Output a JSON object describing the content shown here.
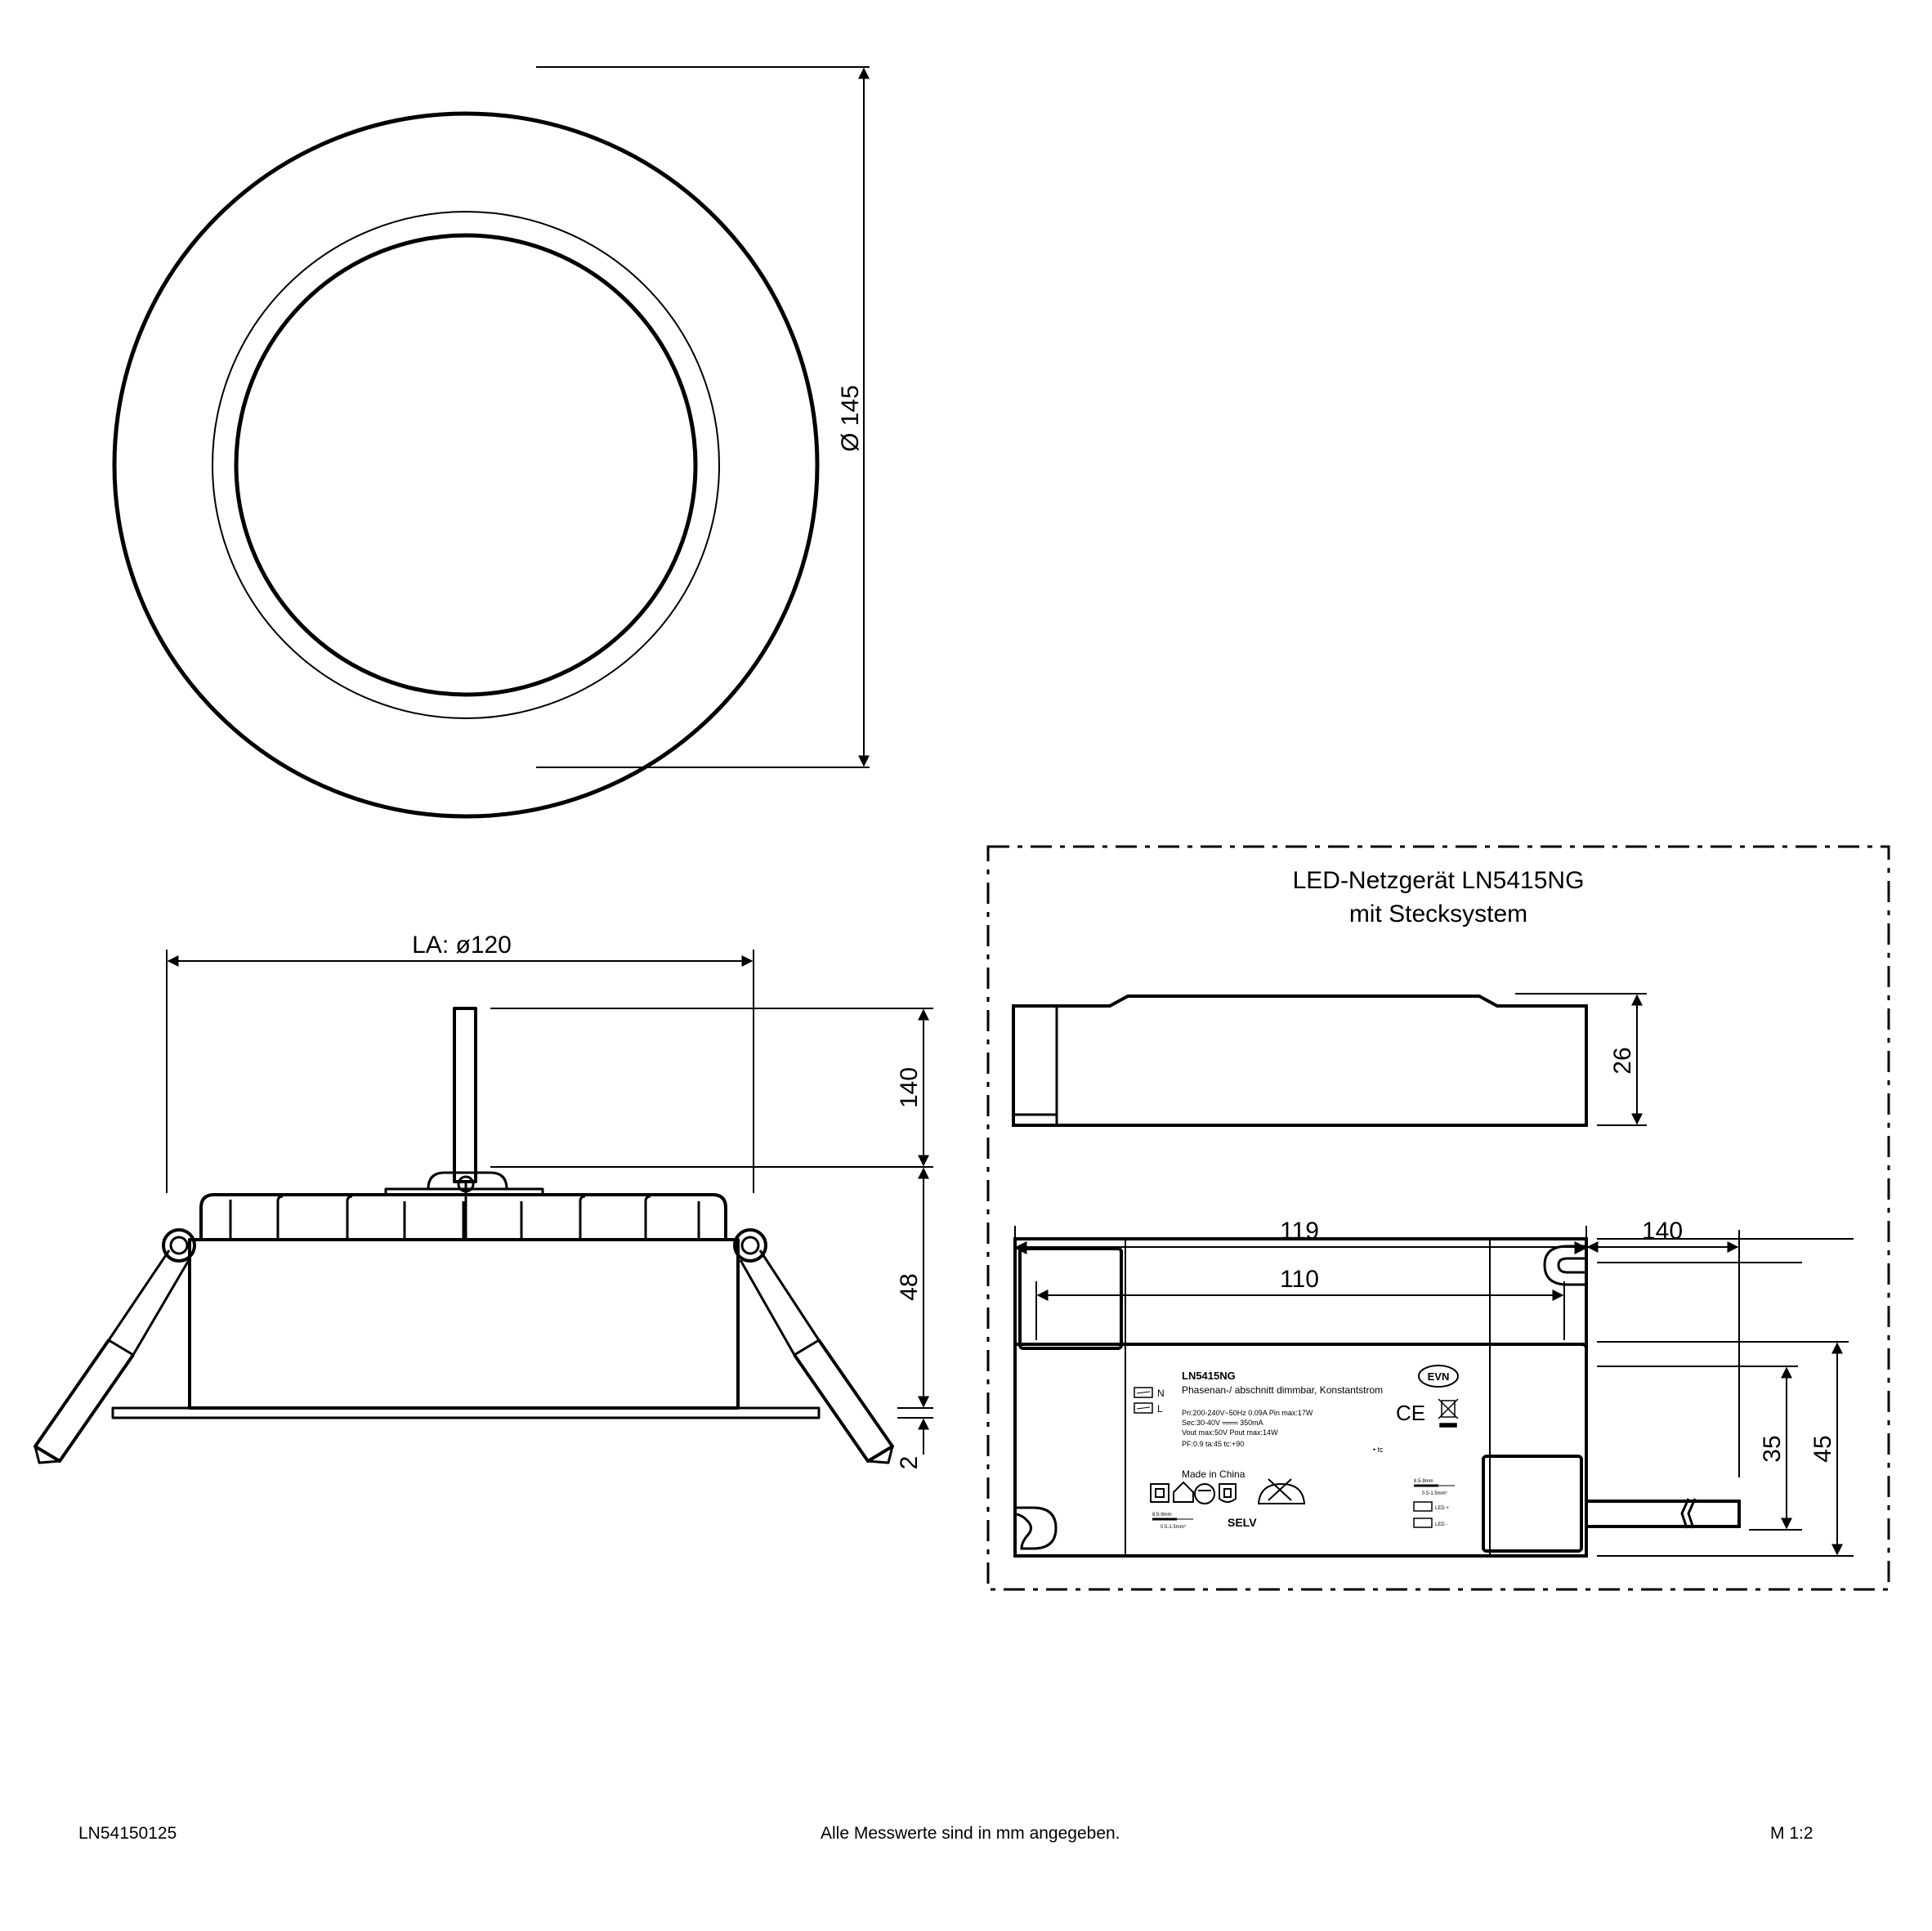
{
  "top_view": {
    "diameter_label": "Ø 145"
  },
  "side_view": {
    "cutout_label": "LA: ø120",
    "cable_label": "140",
    "height_label": "48",
    "flange_label": "2"
  },
  "driver": {
    "title_line1": "LED-Netzgerät LN5415NG",
    "title_line2": "mit Stecksystem",
    "height_label": "26",
    "length_label": "119",
    "hole_spacing_label": "110",
    "cable_length_label": "140",
    "width_label": "45",
    "inner_width_label": "35",
    "product_label": {
      "model": "LN5415NG",
      "description": "Phasenan-/ abschnitt dimmbar, Konstantstrom",
      "pri": "Pri:200-240V~50Hz  0.09A   Pin max:17W",
      "sec": "Sec:30-40V ═══ 350mA",
      "vout": "Vout max:50V    Pout max:14W",
      "pf": "PF:0.9   ta:45      tc:+90",
      "tc_point": "• tc",
      "made_in": "Made in China",
      "n": "N",
      "l": "L",
      "ce": "CE",
      "selv": "SELV",
      "brand": "EVN",
      "strip_len_in": "8.5-9mm",
      "wire_in": "0.5-1.5mm²",
      "strip_len_out": "8.5-9mm",
      "wire_out": "0.5-1.5mm²",
      "led_plus": "LED +",
      "led_minus": "LED -"
    }
  },
  "footer": {
    "article_number": "LN54150125",
    "note": "Alle Messwerte sind in mm angegeben.",
    "scale": "M 1:2"
  }
}
